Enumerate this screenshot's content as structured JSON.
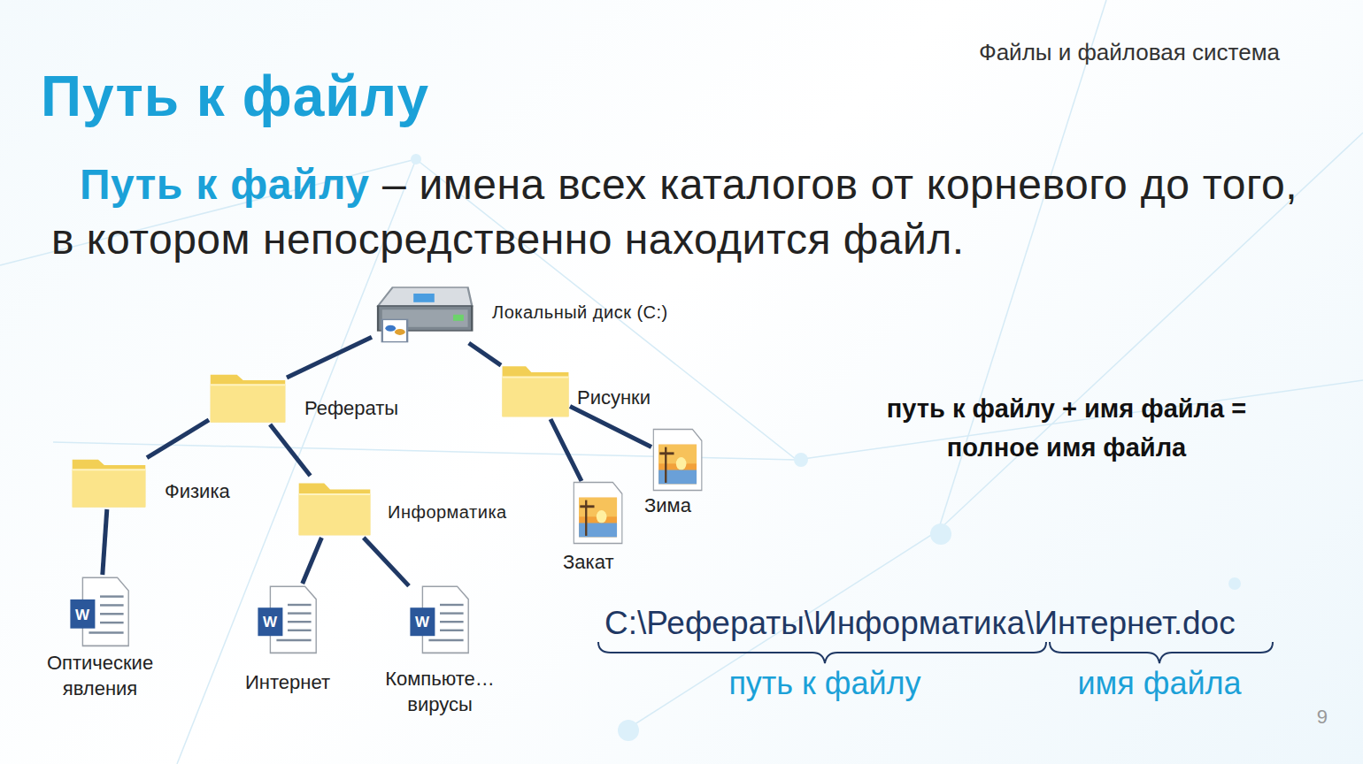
{
  "diagram": {
    "title": "Путь к файлу",
    "nodes": [
      {
        "text": [
          "Локальный диск (C:)"
        ]
      },
      {
        "text": [
          "Рефераты"
        ]
      },
      {
        "text": [
          "Рисунки"
        ]
      },
      {
        "text": [
          "Физика"
        ]
      },
      {
        "text": [
          "Информатика"
        ]
      },
      {
        "text": [
          "Оптические явления"
        ]
      },
      {
        "text": [
          "Интернет"
        ]
      },
      {
        "text": [
          "Компьюте… вирусы"
        ]
      },
      {
        "text": [
          "Закат"
        ]
      },
      {
        "text": [
          "Зима"
        ]
      }
    ],
    "edges": [
      {
        "from": 0,
        "to": 1,
        "arrow": "none"
      },
      {
        "from": 0,
        "to": 2,
        "arrow": "none"
      },
      {
        "from": 1,
        "to": 3,
        "arrow": "none"
      },
      {
        "from": 1,
        "to": 4,
        "arrow": "none"
      },
      {
        "from": 3,
        "to": 5,
        "arrow": "none"
      },
      {
        "from": 4,
        "to": 6,
        "arrow": "none"
      },
      {
        "from": 4,
        "to": 7,
        "arrow": "none"
      },
      {
        "from": 2,
        "to": 8,
        "arrow": "none"
      },
      {
        "from": 2,
        "to": 9,
        "arrow": "none"
      }
    ],
    "labels": [
      "Файлы и файловая система",
      "Путь к файлу",
      "– имена всех каталогов от корневого до того, в котором непосредственно находится файл.",
      "путь к файлу + имя файла = полное имя файла",
      "C:\\Рефераты\\Информатика\\Интернет.doc",
      "путь к файлу",
      "имя файла",
      "9",
      "W",
      "W",
      "W"
    ]
  }
}
